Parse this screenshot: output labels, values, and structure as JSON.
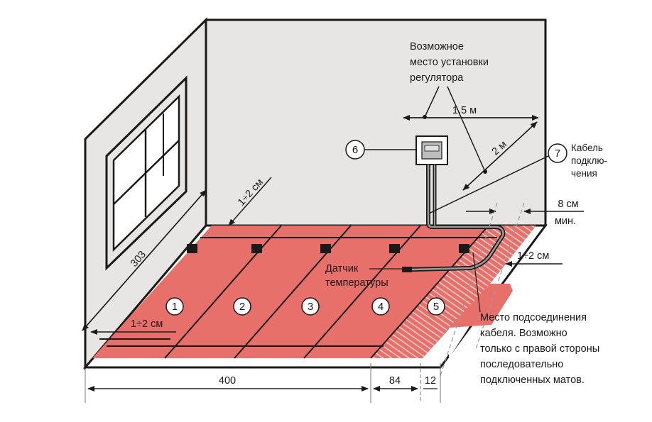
{
  "diagram": {
    "colors": {
      "mat": "#e8706a",
      "mat_stripes": "#f7c9c4",
      "wall": "#e8e6e4",
      "floor": "#ffffff",
      "lines": "#1a1a1a",
      "dim": "#666666"
    },
    "mat_numbers": [
      "1",
      "2",
      "3",
      "4",
      "5"
    ],
    "callouts": {
      "six": "6",
      "seven": "7"
    },
    "regulator_label": [
      "Возможное",
      "место установки",
      "регулятора"
    ],
    "cable_label": [
      "Кабель",
      "подклю-",
      "чения"
    ],
    "sensor_label": [
      "Датчик",
      "температуры"
    ],
    "connection_note": [
      "Место подсоединения",
      "кабеля. Возможно",
      "только с правой стороны",
      "последовательно",
      "подключенных матов."
    ],
    "dimensions": {
      "d_1_5m": "1,5 м",
      "d_2m": "2 м",
      "d_8cm": "8 см",
      "d_min": "мин.",
      "gap_top": "1÷2 см",
      "gap_left": "1÷2 см",
      "gap_right": "1÷2 см",
      "d_303": "303",
      "d_400": "400",
      "d_84": "84",
      "d_12": "12"
    }
  }
}
